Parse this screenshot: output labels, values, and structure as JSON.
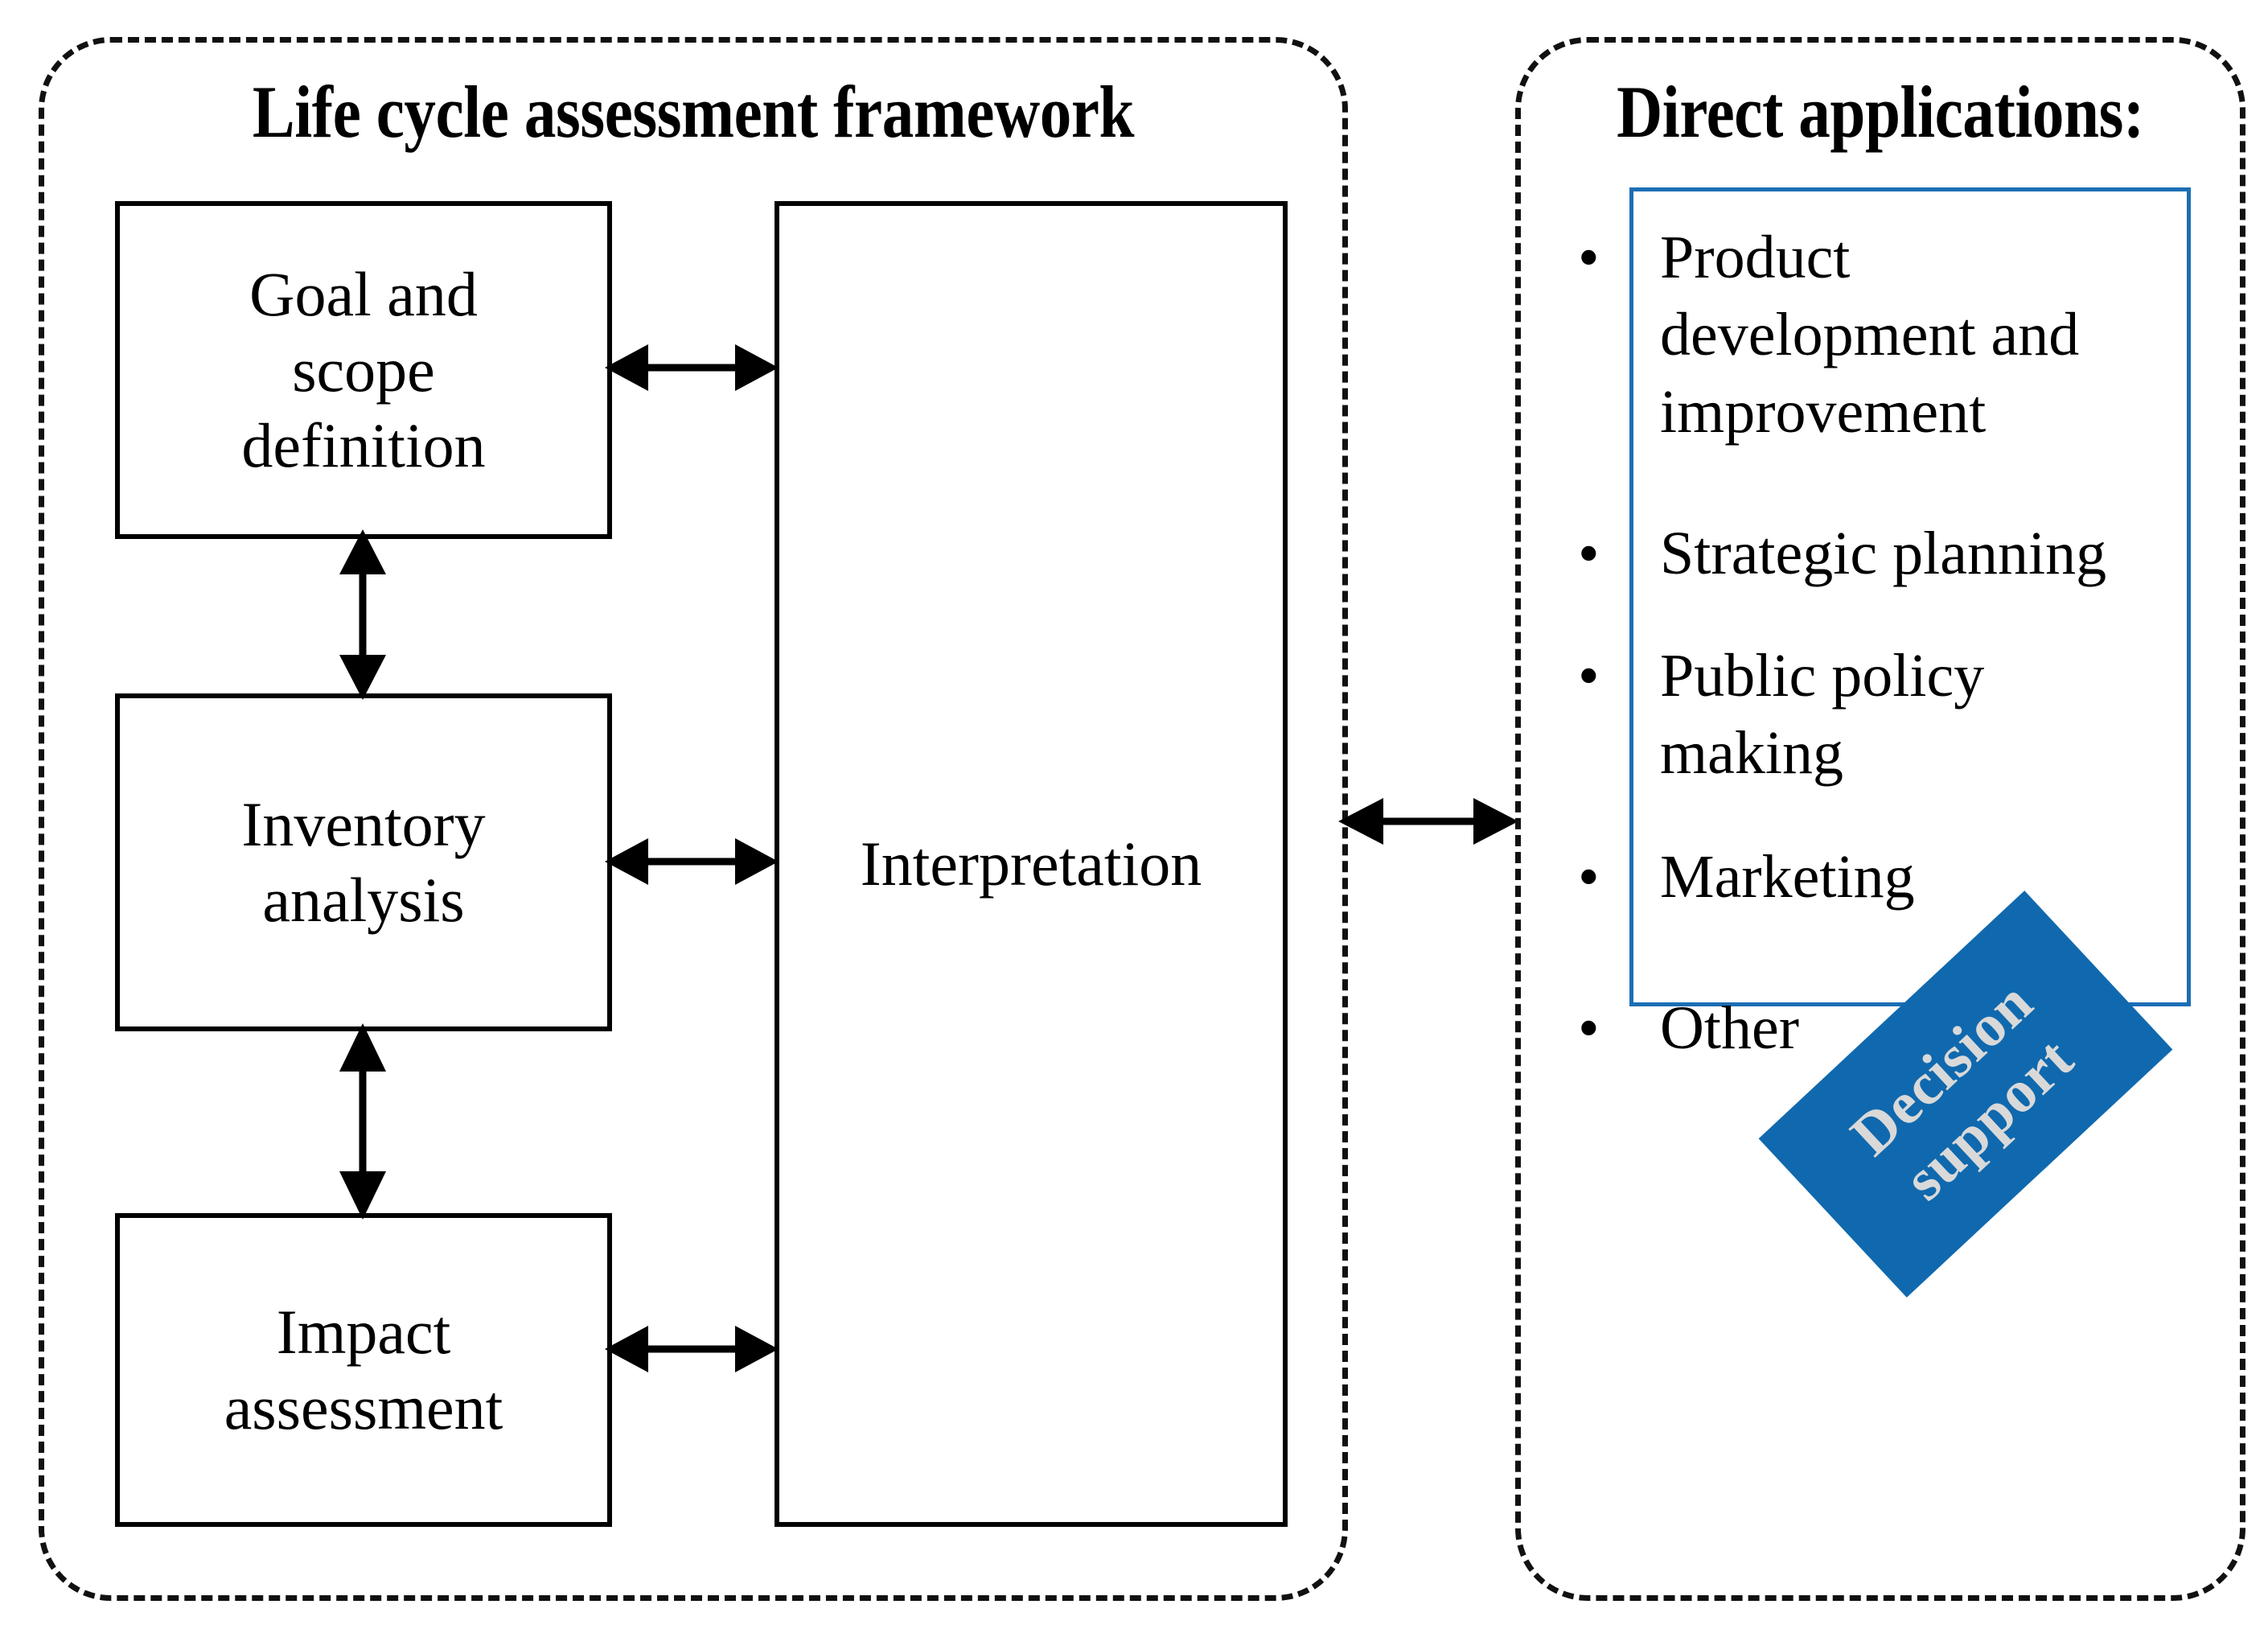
{
  "panels": {
    "left": {
      "title": "Life cycle assessment framework",
      "stages": [
        {
          "id": "goal",
          "label": "Goal and\nscope\ndefinition"
        },
        {
          "id": "inventory",
          "label": "Inventory\nanalysis"
        },
        {
          "id": "impact",
          "label": "Impact\nassessment"
        },
        {
          "id": "interpretation",
          "label": "Interpretation"
        }
      ]
    },
    "right": {
      "title": "Direct applications:",
      "applications": [
        {
          "bullet": "•",
          "label": "Product\ndevelopment and\nimprovement"
        },
        {
          "bullet": "•",
          "label": "Strategic planning"
        },
        {
          "bullet": "•",
          "label": "Public policy\nmaking"
        },
        {
          "bullet": "•",
          "label": "Marketing"
        },
        {
          "bullet": "•",
          "label": "Other"
        }
      ],
      "banner": {
        "label": "Decision\nsupport"
      }
    }
  },
  "connectors": [
    {
      "id": "goal-interpretation",
      "kind": "double-arrow",
      "orientation": "horizontal"
    },
    {
      "id": "inventory-interpretation",
      "kind": "double-arrow",
      "orientation": "horizontal"
    },
    {
      "id": "impact-interpretation",
      "kind": "double-arrow",
      "orientation": "horizontal"
    },
    {
      "id": "goal-inventory",
      "kind": "double-arrow",
      "orientation": "vertical"
    },
    {
      "id": "inventory-impact",
      "kind": "double-arrow",
      "orientation": "vertical"
    },
    {
      "id": "framework-applications",
      "kind": "double-arrow",
      "orientation": "horizontal"
    }
  ],
  "colors": {
    "accent_blue": "#1069AE",
    "box_border_blue": "#1B6EB5",
    "banner_text": "#D9D9D9",
    "line_black": "#000000",
    "background": "#FFFFFF"
  }
}
